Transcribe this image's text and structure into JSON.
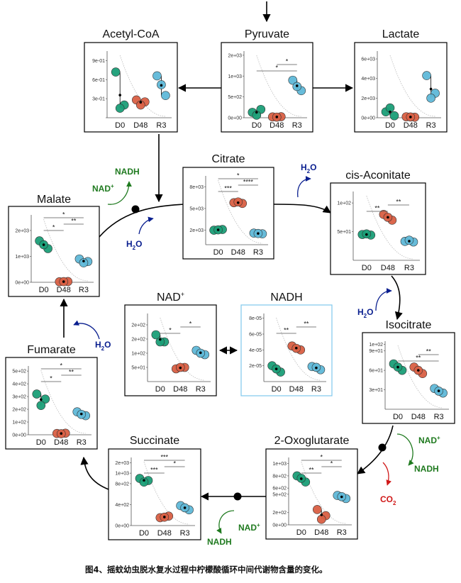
{
  "colors": {
    "D0": "#1a9e77",
    "D48": "#d95f43",
    "R3": "#5fb8d8",
    "arrow": "#000000",
    "green": "#1f7a1f",
    "blue": "#0a1f8f",
    "red": "#d01818",
    "nadh_border": "#7fc8ec"
  },
  "groups": [
    "D0",
    "D48",
    "R3"
  ],
  "caption": "图4、摇蚊幼虫脱水复水过程中柠檬酸循环中间代谢物含量的变化。",
  "labels": {
    "nad": "NAD",
    "nadh": "NADH",
    "plus": "+",
    "h": "H",
    "two": "2",
    "o": "O",
    "co": "CO"
  },
  "panels": [
    {
      "id": "acetyl-coa",
      "title": "Acetyl-CoA",
      "ticks": [
        {
          "v": 0,
          "l": ""
        },
        {
          "v": 0.3,
          "l": "3e-01"
        },
        {
          "v": 0.6,
          "l": "6e-01"
        },
        {
          "v": 0.9,
          "l": "9e-01"
        }
      ],
      "ymax": 1.05,
      "points": [
        [
          0.72,
          0.2,
          0.15
        ],
        [
          0.28,
          0.25,
          0.2
        ],
        [
          0.66,
          0.35,
          0.52
        ]
      ],
      "sig": []
    },
    {
      "id": "pyruvate",
      "title": "Pyruvate",
      "ticks": [
        {
          "v": 0,
          "l": "0e+00"
        },
        {
          "v": 500,
          "l": "5e+02"
        },
        {
          "v": 1000,
          "l": "1e+03"
        },
        {
          "v": 1500,
          "l": "2e+03"
        }
      ],
      "ymax": 1600,
      "points": [
        [
          130,
          200,
          60
        ],
        [
          20,
          25,
          15
        ],
        [
          900,
          650,
          750
        ]
      ],
      "sig": [
        {
          "from": 0,
          "to": 2,
          "label": "*",
          "level": 0
        },
        {
          "from": 1,
          "to": 2,
          "label": "*",
          "level": 1
        }
      ]
    },
    {
      "id": "lactate",
      "title": "Lactate",
      "ticks": [
        {
          "v": 0,
          "l": "0e+00"
        },
        {
          "v": 200,
          "l": "2e+03"
        },
        {
          "v": 400,
          "l": "4e+03"
        },
        {
          "v": 600,
          "l": "6e+03"
        }
      ],
      "ymax": 680,
      "points": [
        [
          60,
          20,
          100
        ],
        [
          10,
          5,
          8
        ],
        [
          430,
          250,
          200
        ]
      ],
      "sig": []
    },
    {
      "id": "citrate",
      "title": "Citrate",
      "ticks": [
        {
          "v": 200,
          "l": "2e+03"
        },
        {
          "v": 500,
          "l": "5e+03"
        },
        {
          "v": 800,
          "l": "8e+03"
        }
      ],
      "ymin": 0,
      "ymax": 950,
      "points": [
        [
          200,
          210,
          205
        ],
        [
          580,
          570,
          590
        ],
        [
          160,
          150,
          155
        ]
      ],
      "sig": [
        {
          "from": 0,
          "to": 1,
          "label": "***",
          "level": 0
        },
        {
          "from": 1,
          "to": 2,
          "label": "****",
          "level": 1
        },
        {
          "from": 0,
          "to": 2,
          "label": "*",
          "level": 2
        }
      ]
    },
    {
      "id": "cis-aconitate",
      "title": "cis-Aconitate",
      "ticks": [
        {
          "v": 50,
          "l": "5e+01"
        },
        {
          "v": 100,
          "l": "1e+02"
        }
      ],
      "ymin": 0,
      "ymax": 120,
      "points": [
        [
          45,
          44,
          46
        ],
        [
          80,
          70,
          75
        ],
        [
          33,
          32,
          35
        ]
      ],
      "sig": [
        {
          "from": 0,
          "to": 1,
          "label": "**",
          "level": 0
        },
        {
          "from": 1,
          "to": 2,
          "label": "**",
          "level": 1
        }
      ]
    },
    {
      "id": "malate",
      "title": "Malate",
      "ticks": [
        {
          "v": 0,
          "l": "0e+00"
        },
        {
          "v": 1000,
          "l": "1e+03"
        },
        {
          "v": 2000,
          "l": "2e+03"
        }
      ],
      "ymax": 2600,
      "points": [
        [
          1600,
          1300,
          1450
        ],
        [
          20,
          30,
          25
        ],
        [
          900,
          800,
          750
        ]
      ],
      "sig": [
        {
          "from": 0,
          "to": 1,
          "label": "*",
          "level": 0
        },
        {
          "from": 1,
          "to": 2,
          "label": "**",
          "level": 1
        },
        {
          "from": 0,
          "to": 2,
          "label": "*",
          "level": 2
        }
      ]
    },
    {
      "id": "nad-plus",
      "title": "NAD",
      "titleSup": "+",
      "ticks": [
        {
          "v": 50,
          "l": "5e+01"
        },
        {
          "v": 100,
          "l": "1e+02"
        },
        {
          "v": 150,
          "l": "2e+02"
        },
        {
          "v": 200,
          "l": "2e+02"
        }
      ],
      "ymin": 0,
      "ymax": 240,
      "points": [
        [
          165,
          140,
          140
        ],
        [
          45,
          50,
          50
        ],
        [
          110,
          95,
          100
        ]
      ],
      "sig": [
        {
          "from": 0,
          "to": 1,
          "label": "*",
          "level": 0
        },
        {
          "from": 1,
          "to": 2,
          "label": "*",
          "level": 1
        }
      ]
    },
    {
      "id": "nadh",
      "title": "NADH",
      "ticks": [
        {
          "v": 2,
          "l": "2e-05"
        },
        {
          "v": 4,
          "l": "4e-05"
        },
        {
          "v": 6,
          "l": "6e-05"
        },
        {
          "v": 8,
          "l": "8e-05"
        }
      ],
      "ymin": 0,
      "ymax": 8.6,
      "points": [
        [
          2.0,
          1.2,
          1.6
        ],
        [
          4.5,
          4.0,
          4.2
        ],
        [
          1.9,
          1.5,
          1.8
        ]
      ],
      "sig": [
        {
          "from": 0,
          "to": 1,
          "label": "**",
          "level": 0
        },
        {
          "from": 1,
          "to": 2,
          "label": "**",
          "level": 1
        }
      ]
    },
    {
      "id": "isocitrate",
      "title": "Isocitrate",
      "ticks": [
        {
          "v": 30,
          "l": "3e+01"
        },
        {
          "v": 60,
          "l": "6e+01"
        },
        {
          "v": 90,
          "l": "9e+01"
        },
        {
          "v": 100,
          "l": "1e+02"
        }
      ],
      "ymin": 0,
      "ymax": 105,
      "points": [
        [
          70,
          60,
          65
        ],
        [
          65,
          55,
          60
        ],
        [
          32,
          25,
          28
        ]
      ],
      "sig": [
        {
          "from": 0,
          "to": 2,
          "label": "**",
          "level": 0
        },
        {
          "from": 1,
          "to": 2,
          "label": "**",
          "level": 1
        }
      ]
    },
    {
      "id": "fumarate",
      "title": "Fumarate",
      "ticks": [
        {
          "v": 0,
          "l": "0e+00"
        },
        {
          "v": 100,
          "l": "1e+02"
        },
        {
          "v": 200,
          "l": "2e+02"
        },
        {
          "v": 300,
          "l": "3e+02"
        },
        {
          "v": 400,
          "l": "4e+02"
        },
        {
          "v": 500,
          "l": "5e+02"
        }
      ],
      "ymax": 540,
      "points": [
        [
          320,
          280,
          230
        ],
        [
          10,
          12,
          8
        ],
        [
          180,
          150,
          160
        ]
      ],
      "sig": [
        {
          "from": 0,
          "to": 1,
          "label": "*",
          "level": 0
        },
        {
          "from": 1,
          "to": 2,
          "label": "**",
          "level": 1
        },
        {
          "from": 0,
          "to": 2,
          "label": "*",
          "level": 2
        }
      ]
    },
    {
      "id": "succinate",
      "title": "Succinate",
      "ticks": [
        {
          "v": 0,
          "l": "0e+00"
        },
        {
          "v": 400,
          "l": "4e+02"
        },
        {
          "v": 800,
          "l": "8e+02"
        },
        {
          "v": 1000,
          "l": "1e+03"
        },
        {
          "v": 1200,
          "l": "2e+03"
        }
      ],
      "ymax": 1300,
      "points": [
        [
          900,
          860,
          830
        ],
        [
          150,
          180,
          160
        ],
        [
          380,
          300,
          340
        ]
      ],
      "sig": [
        {
          "from": 0,
          "to": 1,
          "label": "***",
          "level": 0
        },
        {
          "from": 1,
          "to": 2,
          "label": "*",
          "level": 1
        },
        {
          "from": 0,
          "to": 2,
          "label": "***",
          "level": 2
        }
      ]
    },
    {
      "id": "oxoglutarate",
      "title": "2-Oxoglutarate",
      "ticks": [
        {
          "v": 0,
          "l": "0e+00"
        },
        {
          "v": 200,
          "l": "2e+02"
        },
        {
          "v": 500,
          "l": "5e+02"
        },
        {
          "v": 600,
          "l": "6e+02"
        },
        {
          "v": 800,
          "l": "8e+02"
        },
        {
          "v": 1000,
          "l": "1e+03"
        }
      ],
      "ymax": 1100,
      "points": [
        [
          800,
          700,
          760
        ],
        [
          250,
          150,
          90
        ],
        [
          480,
          430,
          460
        ]
      ],
      "sig": [
        {
          "from": 0,
          "to": 1,
          "label": "**",
          "level": 0
        },
        {
          "from": 1,
          "to": 2,
          "label": "*",
          "level": 1
        },
        {
          "from": 0,
          "to": 2,
          "label": "*",
          "level": 2
        }
      ]
    }
  ]
}
